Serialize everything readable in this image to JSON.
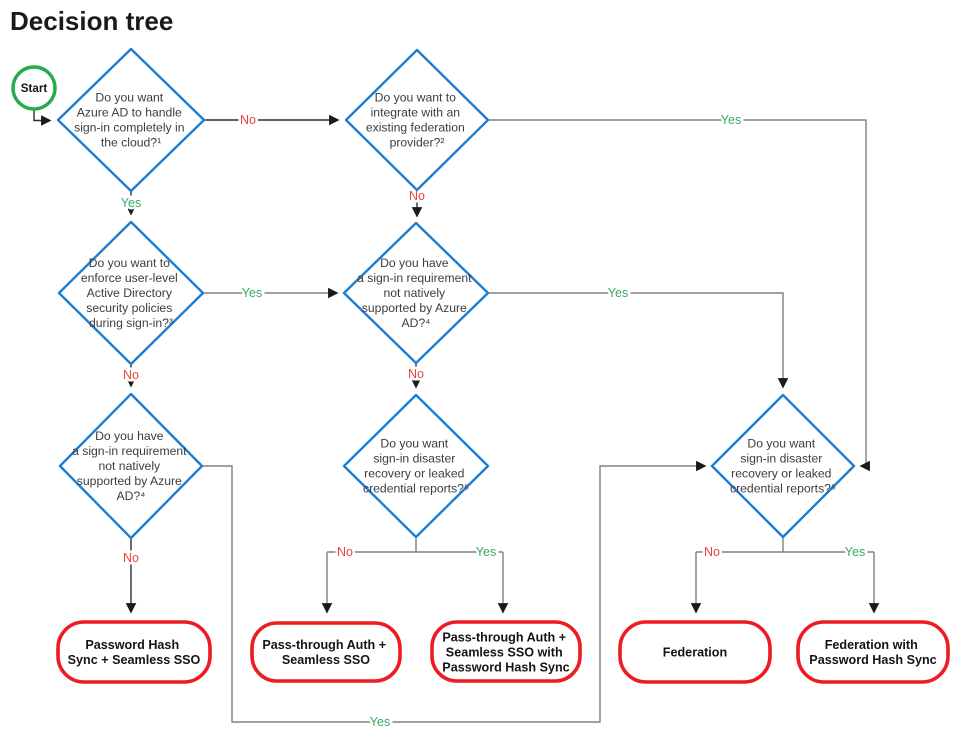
{
  "title": "Decision tree",
  "colors": {
    "diamond_border": "#1d7dd2",
    "outcome_border": "#ec1c24",
    "start_border": "#22ad4c",
    "yes_label": "#37aa5f",
    "no_label": "#e8463c",
    "node_text": "#3d3d3d",
    "line_dark": "#2f2f2f",
    "line_gray": "#808080"
  },
  "start": {
    "label": "Start"
  },
  "edge_labels": {
    "yes": "Yes",
    "no": "No"
  },
  "decisions": {
    "cloud_signin": {
      "lines": [
        "Do you want",
        "Azure AD to handle",
        "sign-in completely in",
        "the cloud?¹"
      ]
    },
    "federation_provider": {
      "lines": [
        "Do you want to",
        "integrate with an",
        "existing federation",
        "provider?²"
      ]
    },
    "user_level_policies": {
      "lines": [
        "Do you want to",
        "enforce user-level",
        "Active Directory",
        "security policies",
        "during sign-in?³"
      ]
    },
    "unsupported_requirement_mid": {
      "lines": [
        "Do you have",
        "a sign-in requirement",
        "not natively",
        "supported by Azure",
        "AD?⁴"
      ]
    },
    "unsupported_requirement_left": {
      "lines": [
        "Do you have",
        "a sign-in requirement",
        "not natively",
        "supported by Azure",
        "AD?⁴"
      ]
    },
    "disaster_recovery_mid": {
      "lines": [
        "Do you want",
        "sign-in disaster",
        "recovery or leaked",
        "credential reports?⁵"
      ]
    },
    "disaster_recovery_right": {
      "lines": [
        "Do you want",
        "sign-in disaster",
        "recovery or leaked",
        "credential reports?⁵"
      ]
    }
  },
  "outcomes": {
    "phs_sso": {
      "lines": [
        "Password Hash",
        "Sync + Seamless SSO"
      ]
    },
    "pta_sso": {
      "lines": [
        "Pass-through Auth +",
        "Seamless SSO"
      ]
    },
    "pta_sso_phs": {
      "lines": [
        "Pass-through Auth +",
        "Seamless SSO with",
        "Password Hash Sync"
      ]
    },
    "federation": {
      "lines": [
        "Federation"
      ]
    },
    "federation_phs": {
      "lines": [
        "Federation with",
        "Password Hash Sync"
      ]
    }
  }
}
